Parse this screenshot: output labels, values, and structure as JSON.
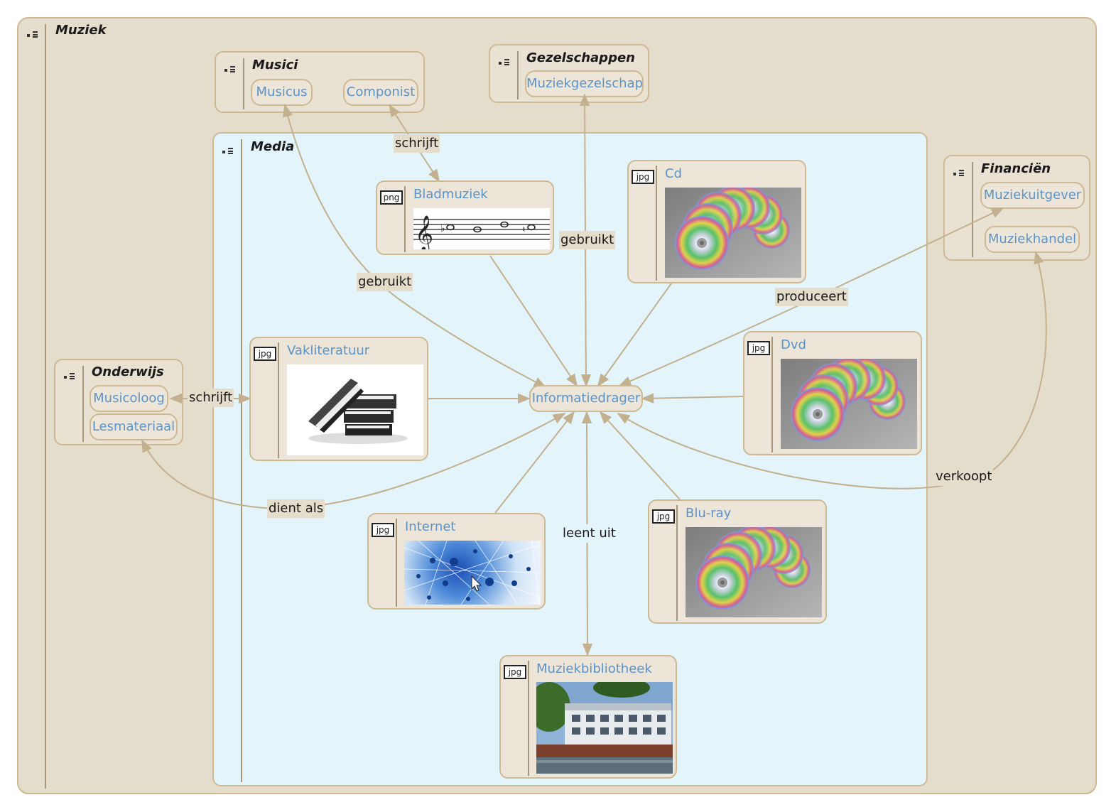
{
  "groups": {
    "muziek": {
      "title": "Muziek"
    },
    "musici": {
      "title": "Musici",
      "items": [
        "Musicus",
        "Componist"
      ]
    },
    "gezelschappen": {
      "title": "Gezelschappen",
      "items": [
        "Muziekgezelschap"
      ]
    },
    "media": {
      "title": "Media"
    },
    "financien": {
      "title": "Financiën",
      "items": [
        "Muziekuitgever",
        "Muziekhandel"
      ]
    },
    "onderwijs": {
      "title": "Onderwijs",
      "items": [
        "Musicoloog",
        "Lesmateriaal"
      ]
    }
  },
  "nodes": {
    "bladmuziek": {
      "title": "Bladmuziek",
      "filetype": "png"
    },
    "cd": {
      "title": "Cd",
      "filetype": "jpg"
    },
    "vakliteratuur": {
      "title": "Vakliteratuur",
      "filetype": "jpg"
    },
    "dvd": {
      "title": "Dvd",
      "filetype": "jpg"
    },
    "internet": {
      "title": "Internet",
      "filetype": "jpg"
    },
    "bluray": {
      "title": "Blu-ray",
      "filetype": "jpg"
    },
    "muziekbibliotheek": {
      "title": "Muziekbibliotheek",
      "filetype": "jpg"
    },
    "informatiedrager": {
      "title": "Informatiedrager"
    }
  },
  "edges": {
    "schrijft_componist": "schrijft",
    "gebruikt_musicus": "gebruikt",
    "gebruikt_gezelschap": "gebruikt",
    "produceert": "produceert",
    "schrijft_musicoloog": "schrijft",
    "dient_als": "dient als",
    "leent_uit": "leent uit",
    "verkoopt": "verkoopt"
  },
  "colors": {
    "group_bg": "#e5ddcc",
    "media_bg": "#e4f4fb",
    "node_bg": "#ede6d8",
    "border": "#cdb994",
    "link_text": "#5a93c8",
    "edge": "#c2b08e"
  }
}
